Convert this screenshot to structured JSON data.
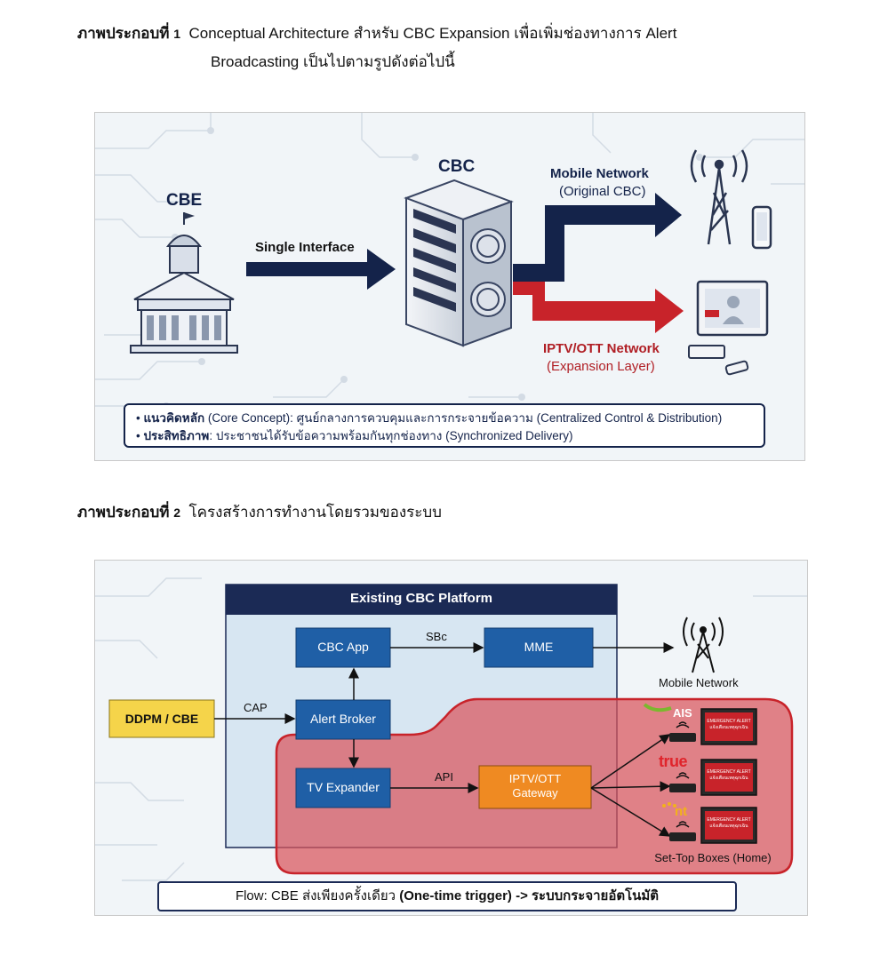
{
  "caption1": {
    "label": "ภาพประกอบที่",
    "number": "1",
    "line1": "Conceptual Architecture สำหรับ CBC Expansion เพื่อเพิ่มช่องทางการ Alert",
    "line2": "Broadcasting เป็นไปตามรูปดังต่อไปนี้"
  },
  "figure1": {
    "cbe_label": "CBE",
    "single_interface": "Single Interface",
    "cbc_label": "CBC",
    "mobile_network": "Mobile Network",
    "mobile_sub": "(Original CBC)",
    "iptv_network": "IPTV/OTT Network",
    "iptv_sub": "(Expansion Layer)",
    "bullets": [
      {
        "bold": "แนวคิดหลัก",
        "rest": " (Core Concept): ศูนย์กลางการควบคุมและการกระจายข้อความ (Centralized Control & Distribution)"
      },
      {
        "bold": "ประสิทธิภาพ",
        "rest": ": ประชาชนได้รับข้อความพร้อมกันทุกช่องทาง (Synchronized Delivery)"
      }
    ],
    "colors": {
      "navy": "#14234a",
      "red": "#c8232a",
      "red_text": "#b01e24"
    }
  },
  "caption2": {
    "label": "ภาพประกอบที่",
    "number": "2",
    "text": "โครงสร้างการทำงานโดยรวมของระบบ"
  },
  "figure2": {
    "platform_title": "Existing CBC Platform",
    "cbc_app": "CBC App",
    "mme": "MME",
    "sbc_label": "SBc",
    "ddpm": "DDPM / CBE",
    "cap_label": "CAP",
    "alert_broker": "Alert Broker",
    "tv_expander": "TV Expander",
    "api_label": "API",
    "gateway_line1": "IPTV/OTT",
    "gateway_line2": "Gateway",
    "mobile_network": "Mobile Network",
    "operators": [
      "AIS",
      "true",
      "nt"
    ],
    "tv_screen_title": "EMERGENCY ALERT",
    "tv_screen_sub": "แจ้งเตือนเหตุฉุกเฉิน",
    "set_top_boxes": "Set-Top Boxes (Home)",
    "flow_prefix": "Flow: CBE ส่งเพียงครั้งเดียว ",
    "flow_bold": "(One-time trigger) -> ระบบกระจายอัตโนมัติ",
    "colors": {
      "box_blue": "#1f5fa6",
      "header_navy": "#1b2a55",
      "platform_bg": "#d7e6f2",
      "ddpm_yellow": "#f5d44a",
      "gateway_orange": "#ef8a22",
      "red_region": "#d9545c",
      "ais": "#7bb82e",
      "true": "#e0242b",
      "nt": "#f2b21b"
    }
  }
}
